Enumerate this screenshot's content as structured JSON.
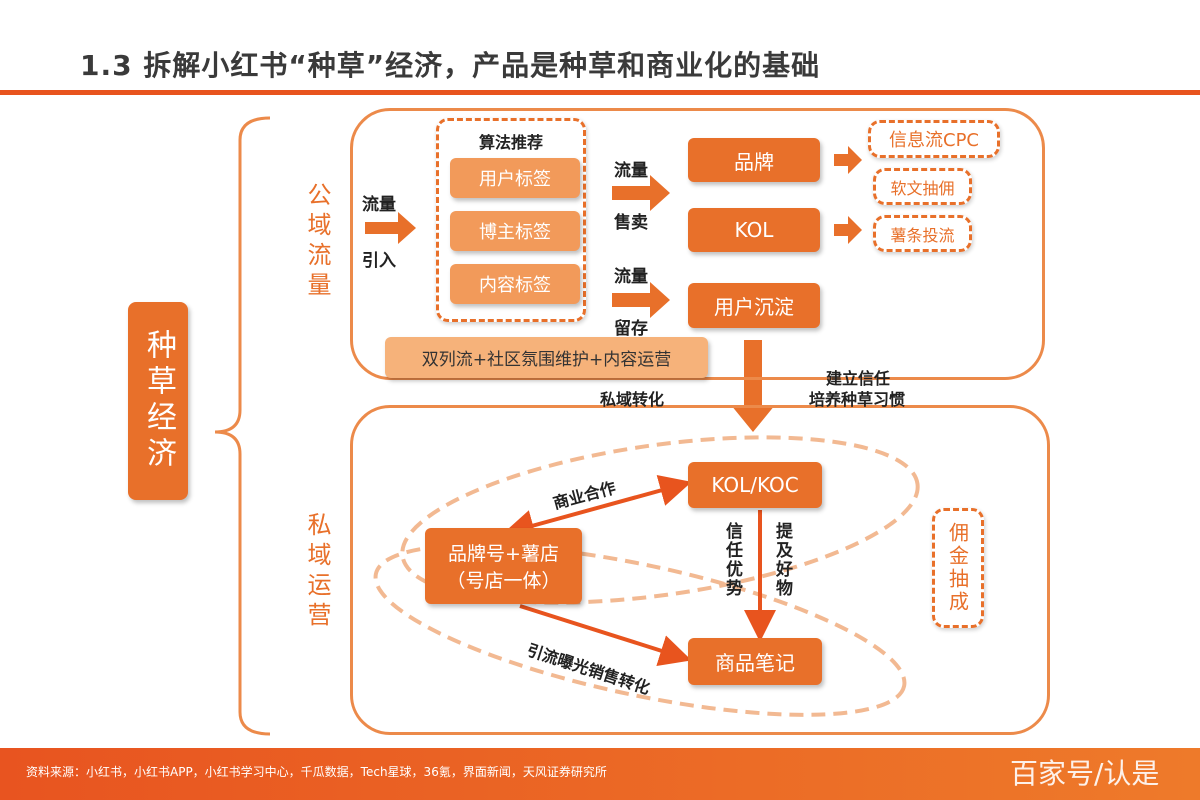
{
  "title": "1.3 拆解小红书“种草”经济，产品是种草和商业化的基础",
  "root": "种草经济",
  "public": {
    "label": "公域流量",
    "inflow": [
      "流量",
      "引入"
    ],
    "algo_title": "算法推荐",
    "algo_tags": [
      "用户标签",
      "博主标签",
      "内容标签"
    ],
    "sell": [
      "流量",
      "售卖"
    ],
    "retain": [
      "流量",
      "留存"
    ],
    "brand": "品牌",
    "kol": "KOL",
    "user_settle": "用户沉淀",
    "monetize": [
      "信息流CPC",
      "软文抽佣",
      "薯条投流"
    ],
    "ops": "双列流+社区氛围维护+内容运营"
  },
  "transition": {
    "left": "私域转化",
    "right": [
      "建立信任",
      "培养种草习惯"
    ]
  },
  "private": {
    "label": "私域运营",
    "kol_koc": "KOL/KOC",
    "brand_store": [
      "品牌号+薯店",
      "（号店一体）"
    ],
    "product_note": "商品笔记",
    "biz": "商业合作",
    "drive": "引流曝光销售转化",
    "trust": "信任优势",
    "mention": "提及好物",
    "commission": "佣金抽成"
  },
  "footer": {
    "source": "资料来源：小红书，小红书APP，小红书学习中心，千瓜数据，Tech星球，36氪，界面新闻，天风证券研究所",
    "watermark": "百家号/认是"
  },
  "colors": {
    "accent": "#e8702a",
    "light": "#f29a5a",
    "rule": "#e8541e"
  }
}
